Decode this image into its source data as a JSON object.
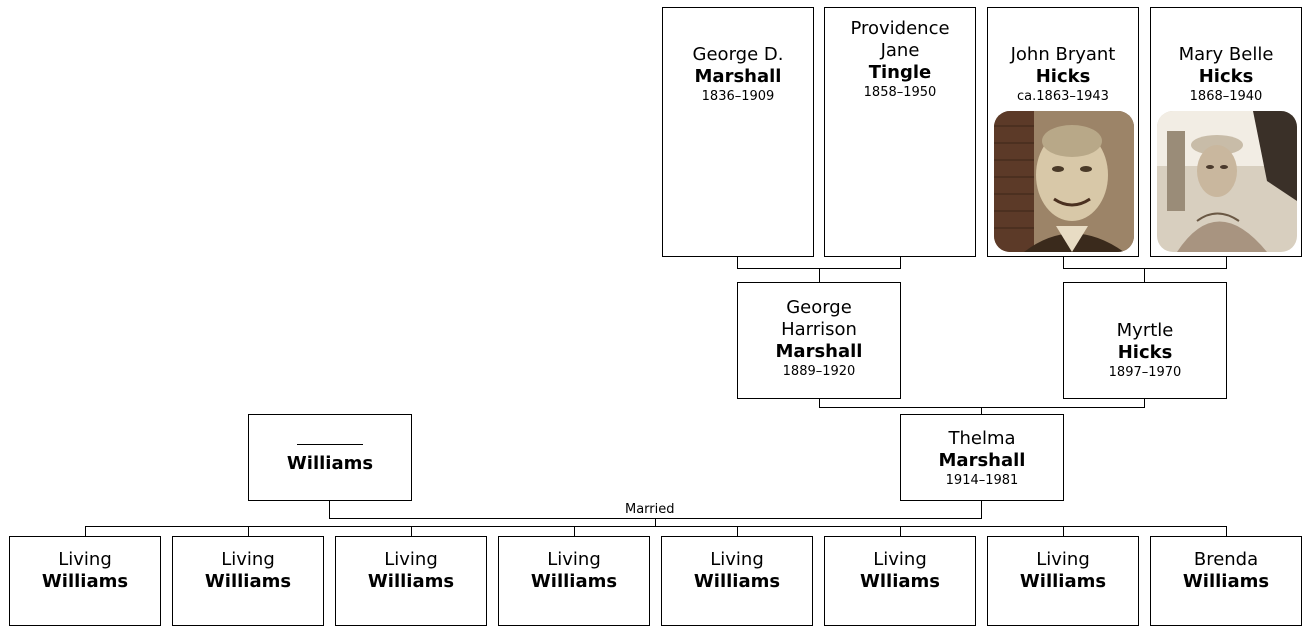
{
  "people": {
    "george_d": {
      "given": "George D.",
      "surname": "Marshall",
      "dates": "1836–1909"
    },
    "providence": {
      "given": "Providence Jane",
      "surname": "Tingle",
      "dates": "1858–1950"
    },
    "john_bryant": {
      "given": "John Bryant",
      "surname": "Hicks",
      "dates": "ca.1863–1943"
    },
    "mary_belle": {
      "given": "Mary Belle",
      "surname": "Hicks",
      "dates": "1868–1940"
    },
    "george_harrison": {
      "given": "George Harrison",
      "surname": "Marshall",
      "dates": "1889–1920"
    },
    "myrtle": {
      "given": "Myrtle",
      "surname": "Hicks",
      "dates": "1897–1970"
    },
    "williams_father": {
      "given": "",
      "surname": "Williams",
      "dates": ""
    },
    "thelma": {
      "given": "Thelma",
      "surname": "Marshall",
      "dates": "1914–1981"
    }
  },
  "children": [
    {
      "given": "Living",
      "surname": "Williams"
    },
    {
      "given": "Living",
      "surname": "Williams"
    },
    {
      "given": "Living",
      "surname": "Williams"
    },
    {
      "given": "Living",
      "surname": "Williams"
    },
    {
      "given": "Living",
      "surname": "Williams"
    },
    {
      "given": "Living",
      "surname": "Wlliams"
    },
    {
      "given": "Living",
      "surname": "Williams"
    },
    {
      "given": "Brenda",
      "surname": "Williams"
    }
  ],
  "marriage_label": "Married"
}
